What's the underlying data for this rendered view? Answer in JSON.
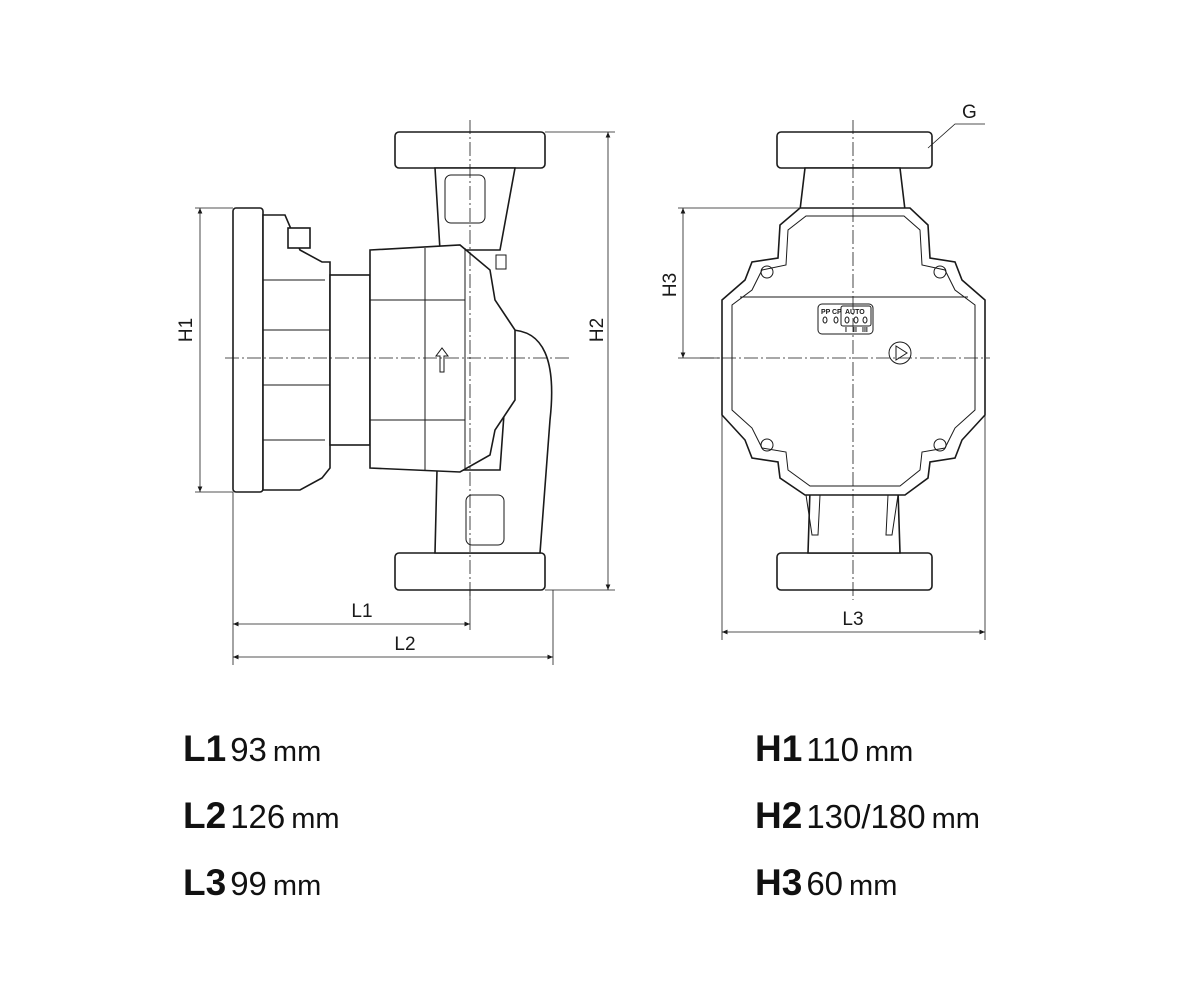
{
  "drawing": {
    "dimension_labels": {
      "L1": "L1",
      "L2": "L2",
      "L3": "L3",
      "H1": "H1",
      "H2": "H2",
      "H3": "H3",
      "G": "G"
    },
    "control_panel": {
      "pp": "PP",
      "cp": "CP",
      "auto": "AUTO",
      "speed_1": "I",
      "speed_2": "II",
      "speed_3": "III"
    }
  },
  "specs": {
    "left": [
      {
        "key": "L1",
        "value": "93",
        "unit": "mm"
      },
      {
        "key": "L2",
        "value": "126",
        "unit": "mm"
      },
      {
        "key": "L3",
        "value": "99",
        "unit": "mm"
      }
    ],
    "right": [
      {
        "key": "H1",
        "value": "110",
        "unit": "mm"
      },
      {
        "key": "H2",
        "value": "130/180",
        "unit": "mm"
      },
      {
        "key": "H3",
        "value": "60",
        "unit": "mm"
      }
    ]
  }
}
